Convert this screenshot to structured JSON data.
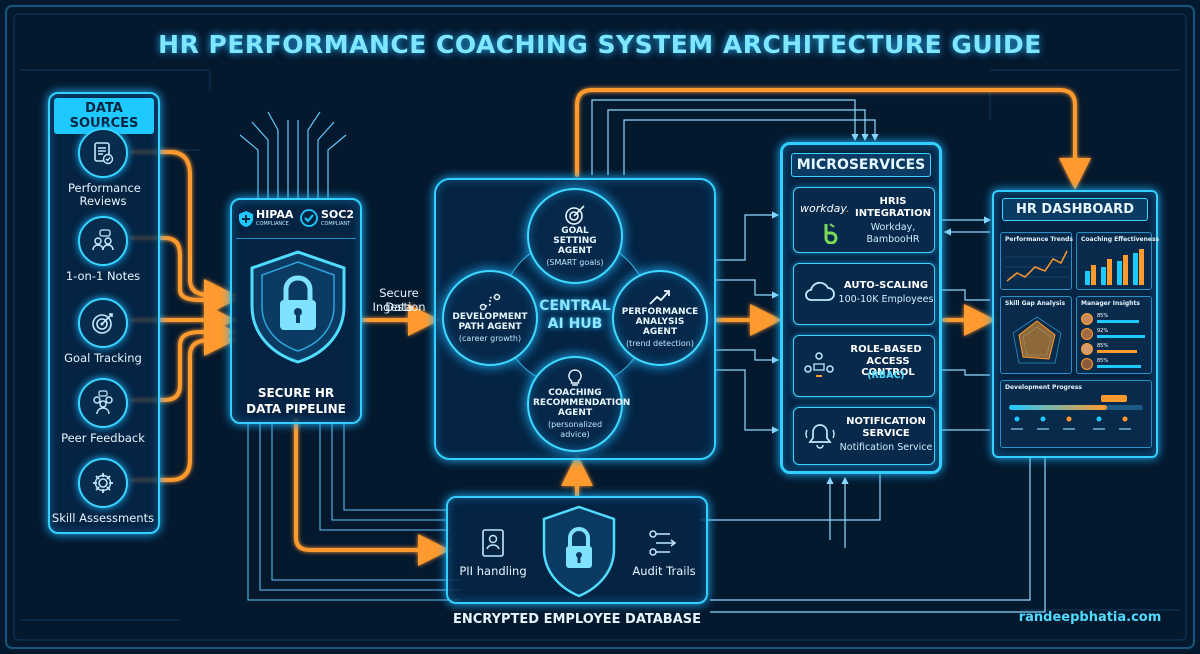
{
  "title": "HR PERFORMANCE COACHING SYSTEM ARCHITECTURE GUIDE",
  "data_sources": {
    "header": "DATA SOURCES",
    "items": [
      {
        "label": "Performance Reviews",
        "icon": "document-check-icon"
      },
      {
        "label": "1-on-1 Notes",
        "icon": "conversation-icon"
      },
      {
        "label": "Goal Tracking",
        "icon": "target-icon"
      },
      {
        "label": "Peer Feedback",
        "icon": "people-icon"
      },
      {
        "label": "Skill Assessments",
        "icon": "gear-icon"
      }
    ]
  },
  "pipeline": {
    "badge_hipaa": "HIPAA",
    "badge_hipaa_sub": "COMPLIANCE",
    "badge_soc2": "SOC2",
    "badge_soc2_sub": "COMPLIANT",
    "label_line1": "SECURE HR",
    "label_line2": "DATA PIPELINE",
    "ingestion_line1": "Secure Data",
    "ingestion_line2": "Ingestion"
  },
  "hub": {
    "label_line1": "CENTRAL",
    "label_line2": "AI HUB",
    "agents": [
      {
        "name": "GOAL SETTING AGENT",
        "sub": "(SMART goals)"
      },
      {
        "name": "PERFORMANCE ANALYSIS AGENT",
        "sub": "(trend detection)"
      },
      {
        "name": "COACHING RECOMMENDATION AGENT",
        "sub": "(personalized advice)"
      },
      {
        "name": "DEVELOPMENT PATH AGENT",
        "sub": "(career growth)"
      }
    ]
  },
  "microservices": {
    "header": "MICROSERVICES",
    "items": [
      {
        "title_line1": "HRIS",
        "title_line2": "INTEGRATION",
        "sub_line1": "Workday,",
        "sub_line2": "BambooHR",
        "logo": "workday"
      },
      {
        "title_line1": "AUTO-SCALING",
        "title_line2": "",
        "sub_line1": "100-10K Employees",
        "sub_line2": ""
      },
      {
        "title_line1": "ROLE-BASED",
        "title_line2": "ACCESS CONTROL",
        "sub_line1": "(RBAC)",
        "sub_line2": ""
      },
      {
        "title_line1": "NOTIFICATION",
        "title_line2": "SERVICE",
        "sub_line1": "Notification Service",
        "sub_line2": ""
      }
    ]
  },
  "dashboard": {
    "header": "HR DASHBOARD",
    "performance_trends": "Performance Trends",
    "coaching_effectiveness": "Coaching Effectiveness",
    "skill_gap": "Skill Gap Analysis",
    "manager_insights": "Manager Insights",
    "development_progress": "Development Progress",
    "manager_values": [
      "85%",
      "92%",
      "85%",
      "85%"
    ]
  },
  "database": {
    "label": "ENCRYPTED EMPLOYEE DATABASE",
    "left_label": "PII handling",
    "right_label": "Audit Trails"
  },
  "footer": "randeepbhatia.com",
  "colors": {
    "background": "#04182e",
    "glow": "#33d0ff",
    "flow": "#ff9a2e"
  }
}
